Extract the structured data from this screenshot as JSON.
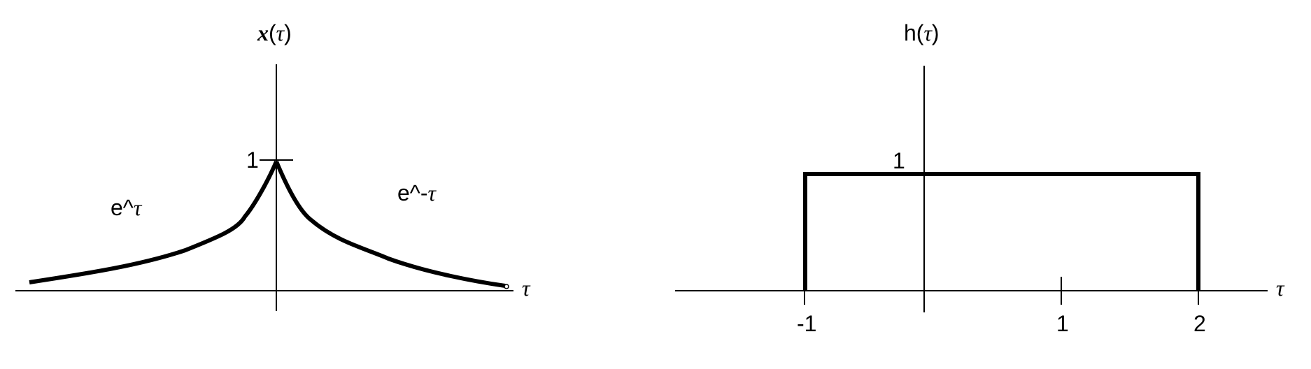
{
  "left_plot": {
    "title": {
      "symbol": "x",
      "open": "(",
      "variable": "τ",
      "close": ")"
    },
    "axis_var": "τ",
    "y_tick_label": "1",
    "left_curve_label": {
      "text": "e^",
      "var": "τ"
    },
    "right_curve_label": {
      "text": "e^-",
      "var": "τ"
    }
  },
  "right_plot": {
    "title": {
      "symbol": "h",
      "open": "(",
      "variable": "τ",
      "close": ")"
    },
    "axis_var": "τ",
    "level_label": "1",
    "x_ticks": [
      "-1",
      "1",
      "2"
    ]
  },
  "colors": {
    "ink": "#000000",
    "background": "#ffffff"
  }
}
